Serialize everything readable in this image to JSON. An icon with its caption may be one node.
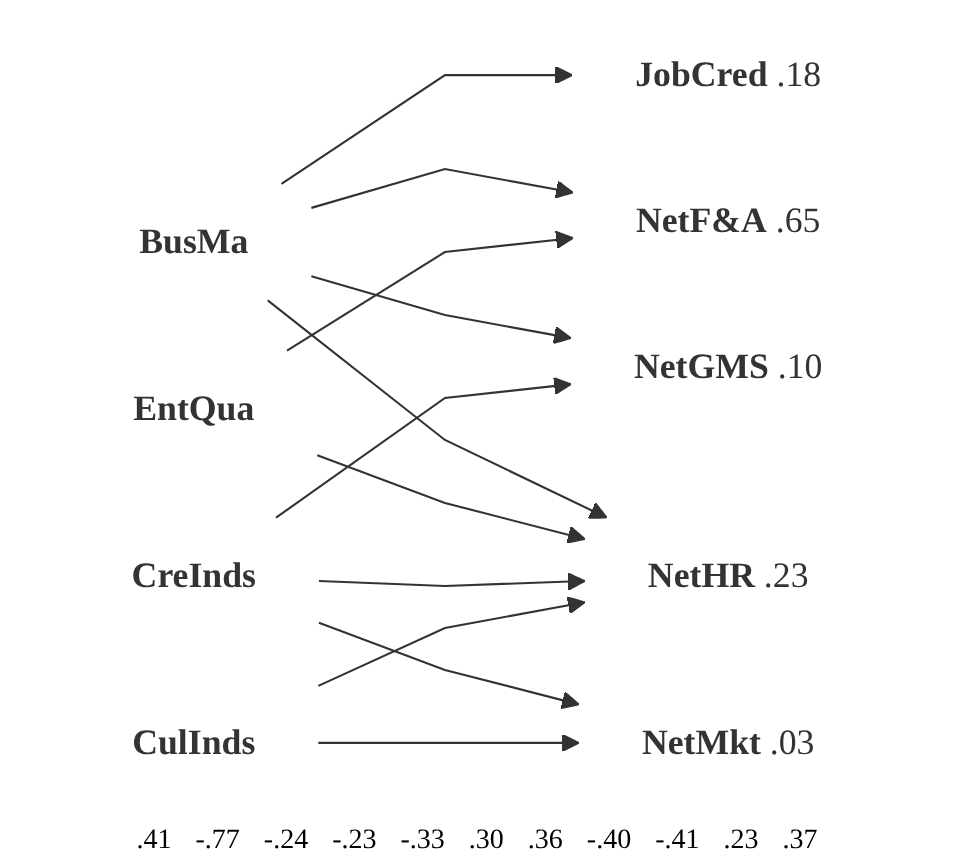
{
  "diagram": {
    "nodes": [
      {
        "text": [
          "BusMa"
        ]
      },
      {
        "text": [
          "EntQua"
        ]
      },
      {
        "text": [
          "CreInds"
        ]
      },
      {
        "text": [
          "CulInds"
        ]
      },
      {
        "text": [
          "JobCred"
        ],
        "beside": [
          ".18"
        ]
      },
      {
        "text": [
          "NetF&A"
        ],
        "beside": [
          ".65"
        ]
      },
      {
        "text": [
          "NetGMS"
        ],
        "beside": [
          ".10"
        ]
      },
      {
        "text": [
          "NetMkt"
        ],
        "beside": [
          ".03"
        ]
      },
      {
        "text": [
          "NetHR"
        ],
        "beside": [
          ".23"
        ]
      }
    ],
    "edges": [
      {
        "from": 0,
        "to": 4,
        "arrow": "to"
      },
      {
        "from": 0,
        "to": 5,
        "arrow": "to"
      },
      {
        "from": 0,
        "to": 6,
        "arrow": "to"
      },
      {
        "from": 0,
        "to": 8,
        "arrow": "to"
      },
      {
        "from": 1,
        "to": 5,
        "arrow": "to"
      },
      {
        "from": 1,
        "to": 8,
        "arrow": "to"
      },
      {
        "from": 2,
        "to": 6,
        "arrow": "to"
      },
      {
        "from": 2,
        "to": 7,
        "arrow": "to"
      },
      {
        "from": 2,
        "to": 8,
        "arrow": "to"
      },
      {
        "from": 3,
        "to": 7,
        "arrow": "to"
      },
      {
        "from": 3,
        "to": 8,
        "arrow": "to"
      }
    ],
    "labels": [
      ".41",
      "-.77",
      "-.24",
      "-.23",
      "-.33",
      ".30",
      ".36",
      "-.40",
      "-.41",
      ".23",
      ".37"
    ]
  }
}
